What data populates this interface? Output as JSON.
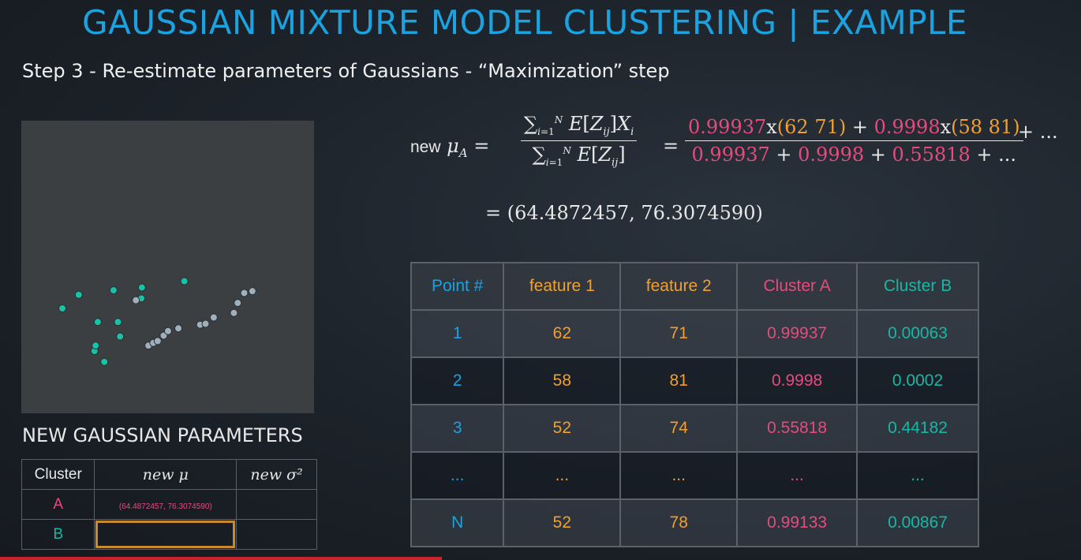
{
  "slide": {
    "title": "GAUSSIAN MIXTURE MODEL CLUSTERING | EXAMPLE",
    "subtitle": "Step 3 - Re-estimate parameters of Gaussians - “Maximization” step"
  },
  "formula": {
    "label": "new",
    "mu_sub": "μ",
    "mu_index": "A",
    "numerator": "∑ E[Z] X",
    "denominator": "∑ E[Z]",
    "num_a1": "0.99937",
    "num_x": "x",
    "num_p1": "(62 71)",
    "num_plus": " + ",
    "num_a2": "0.9998",
    "num_p2": "(58 81)",
    "num_tail": " + ...",
    "den_a1": "0.99937",
    "den_a2": "0.9998",
    "den_a3": "0.55818",
    "den_tail": " + ...",
    "result": "= (64.4872457, 76.3074590)"
  },
  "params": {
    "title": "NEW GAUSSIAN PARAMETERS",
    "headers": [
      "Cluster",
      "new μ",
      "new σ²"
    ],
    "rows": [
      {
        "cluster": "A",
        "mu": "(64.4872457, 76.3074590)",
        "sigma": ""
      },
      {
        "cluster": "B",
        "mu": "",
        "sigma": ""
      }
    ]
  },
  "table": {
    "headers": [
      "Point #",
      "feature 1",
      "feature 2",
      "Cluster A",
      "Cluster B"
    ],
    "rows": [
      [
        "1",
        "62",
        "71",
        "0.99937",
        "0.00063"
      ],
      [
        "2",
        "58",
        "81",
        "0.9998",
        "0.0002"
      ],
      [
        "3",
        "52",
        "74",
        "0.55818",
        "0.44182"
      ],
      [
        "...",
        "...",
        "...",
        "...",
        "..."
      ],
      [
        "N",
        "52",
        "78",
        "0.99133",
        "0.00867"
      ]
    ]
  },
  "scatter": {
    "colors": {
      "teal": "#17c2a6",
      "grey": "#9fb0bd"
    },
    "teal_points": [
      [
        8.3,
        14.0
      ],
      [
        11.3,
        15.5
      ],
      [
        14.2,
        9.3
      ],
      [
        14.4,
        9.9
      ],
      [
        14.8,
        12.5
      ],
      [
        16.0,
        8.1
      ],
      [
        17.7,
        16.0
      ],
      [
        18.5,
        12.5
      ],
      [
        18.9,
        10.9
      ],
      [
        22.9,
        16.3
      ],
      [
        22.8,
        15.1
      ],
      [
        30.7,
        17.0
      ]
    ],
    "grey_points": [
      [
        21.8,
        14.9
      ],
      [
        24.1,
        9.9
      ],
      [
        25.0,
        10.2
      ],
      [
        25.8,
        10.4
      ],
      [
        26.9,
        11.0
      ],
      [
        27.7,
        11.5
      ],
      [
        29.6,
        11.8
      ],
      [
        33.6,
        12.2
      ],
      [
        34.6,
        12.3
      ],
      [
        36.1,
        13.0
      ],
      [
        39.8,
        13.5
      ],
      [
        40.5,
        14.6
      ],
      [
        41.7,
        15.7
      ],
      [
        43.2,
        15.9
      ]
    ]
  }
}
